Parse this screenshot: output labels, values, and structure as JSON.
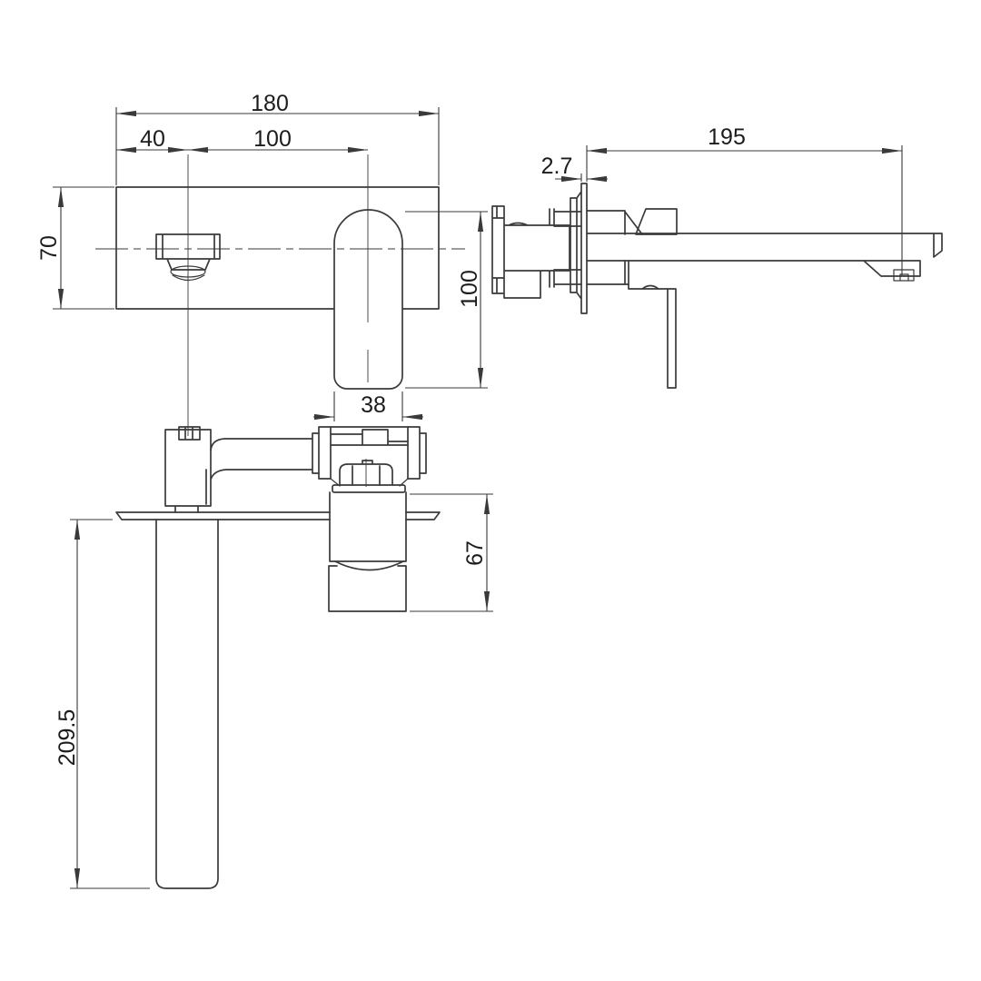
{
  "canvas": {
    "background": "#ffffff",
    "line_color": "#3a3a3a",
    "text_color": "#1c1c1c"
  },
  "views": {
    "front": {
      "dims": {
        "plate_width": "180",
        "spout_offset": "40",
        "spout_to_handle": "100",
        "plate_height": "70",
        "handle_drop": "100",
        "handle_width": "38"
      }
    },
    "side": {
      "dims": {
        "spout_reach": "195",
        "plate_thickness": "2.7"
      }
    },
    "plan": {
      "dims": {
        "body_depth": "67",
        "overall_depth": "209.5"
      }
    }
  }
}
